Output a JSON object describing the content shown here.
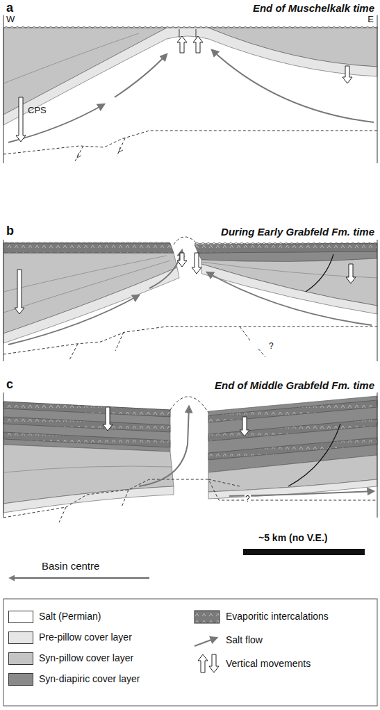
{
  "diagram": {
    "labels": [
      "a",
      "End of Muschelkalk time",
      "W",
      "E",
      "CPS",
      "b",
      "During Early Grabfeld Fm. time",
      "?",
      "c",
      "End of Middle Grabfeld Fm. time",
      "?",
      "~5 km (no V.E.)",
      "Basin centre"
    ],
    "legend": [
      {
        "text": "Salt (Permian)",
        "color": "#ffffff"
      },
      {
        "text": "Pre-pillow cover layer",
        "color": "#e6e6e6"
      },
      {
        "text": "Syn-pillow cover layer",
        "color": "#c4c4c4"
      },
      {
        "text": "Syn-diapiric cover layer",
        "color": "#8a8a8a"
      },
      {
        "text": "Evaporitic intercalations"
      },
      {
        "text": "Salt flow"
      },
      {
        "text": "Vertical movements"
      }
    ]
  }
}
